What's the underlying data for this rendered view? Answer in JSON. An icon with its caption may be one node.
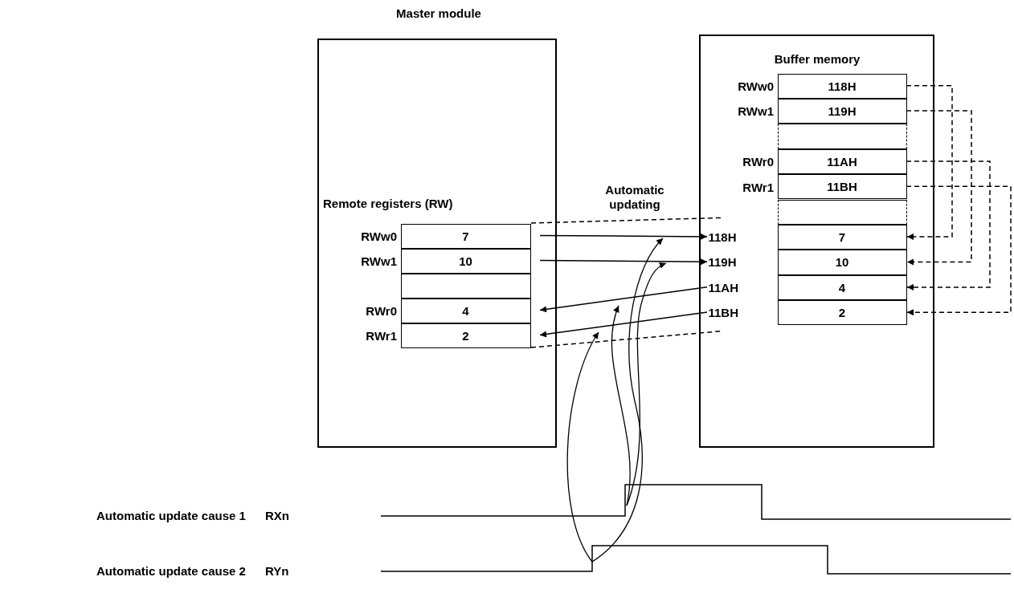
{
  "diagram": {
    "nodes": [
      {
        "text": [
          "Master module",
          "Remote registers (RW)"
        ]
      },
      {
        "text": [
          "7"
        ],
        "in": 0,
        "beside": [
          "RWw0"
        ]
      },
      {
        "text": [
          "10"
        ],
        "in": 0,
        "beside": [
          "RWw1"
        ]
      },
      {
        "text": [],
        "shape": "box",
        "in": 0
      },
      {
        "text": [
          "4"
        ],
        "in": 0,
        "beside": [
          "RWr0"
        ]
      },
      {
        "text": [
          "2"
        ],
        "in": 0,
        "beside": [
          "RWr1"
        ]
      },
      {
        "text": [
          "Buffer memory"
        ]
      },
      {
        "text": [
          "118H"
        ],
        "in": 6,
        "beside": [
          "RWw0"
        ]
      },
      {
        "text": [
          "119H"
        ],
        "in": 6,
        "beside": [
          "RWw1"
        ]
      },
      {
        "text": [],
        "shape": "box",
        "in": 6
      },
      {
        "text": [
          "11AH"
        ],
        "in": 6,
        "beside": [
          "RWr0"
        ]
      },
      {
        "text": [
          "11BH"
        ],
        "in": 6,
        "beside": [
          "RWr1"
        ]
      },
      {
        "text": [],
        "shape": "box",
        "in": 6
      },
      {
        "text": [
          "7"
        ],
        "in": 6
      },
      {
        "text": [
          "10"
        ],
        "in": 6
      },
      {
        "text": [
          "4"
        ],
        "in": 6
      },
      {
        "text": [
          "2"
        ],
        "in": 6
      },
      {
        "text": [
          "118H"
        ],
        "in": 6
      },
      {
        "text": [
          "119H"
        ],
        "in": 6
      },
      {
        "text": [
          "11AH"
        ],
        "in": 6
      },
      {
        "text": [
          "11BH"
        ],
        "in": 6
      }
    ],
    "edges": [
      {
        "from": 1,
        "to": 17,
        "arrow": "to"
      },
      {
        "from": 2,
        "to": 18,
        "arrow": "to"
      },
      {
        "from": 19,
        "to": 4,
        "arrow": "to"
      },
      {
        "from": 20,
        "to": 5,
        "arrow": "to"
      },
      {
        "from": 7,
        "to": 13,
        "arrow": "to",
        "style": "dashed"
      },
      {
        "from": 8,
        "to": 14,
        "arrow": "to",
        "style": "dashed"
      },
      {
        "from": 10,
        "to": 15,
        "arrow": "to",
        "style": "dashed"
      },
      {
        "from": 11,
        "to": 16,
        "arrow": "to",
        "style": "dashed"
      },
      {
        "from": 1,
        "to": 17,
        "arrow": "none",
        "style": "dashed"
      },
      {
        "from": 5,
        "to": 20,
        "arrow": "none",
        "style": "dashed"
      }
    ],
    "labels": [
      "Automatic updating",
      "Automatic update cause 1",
      "RXn",
      "Automatic update cause 2",
      "RYn"
    ]
  }
}
